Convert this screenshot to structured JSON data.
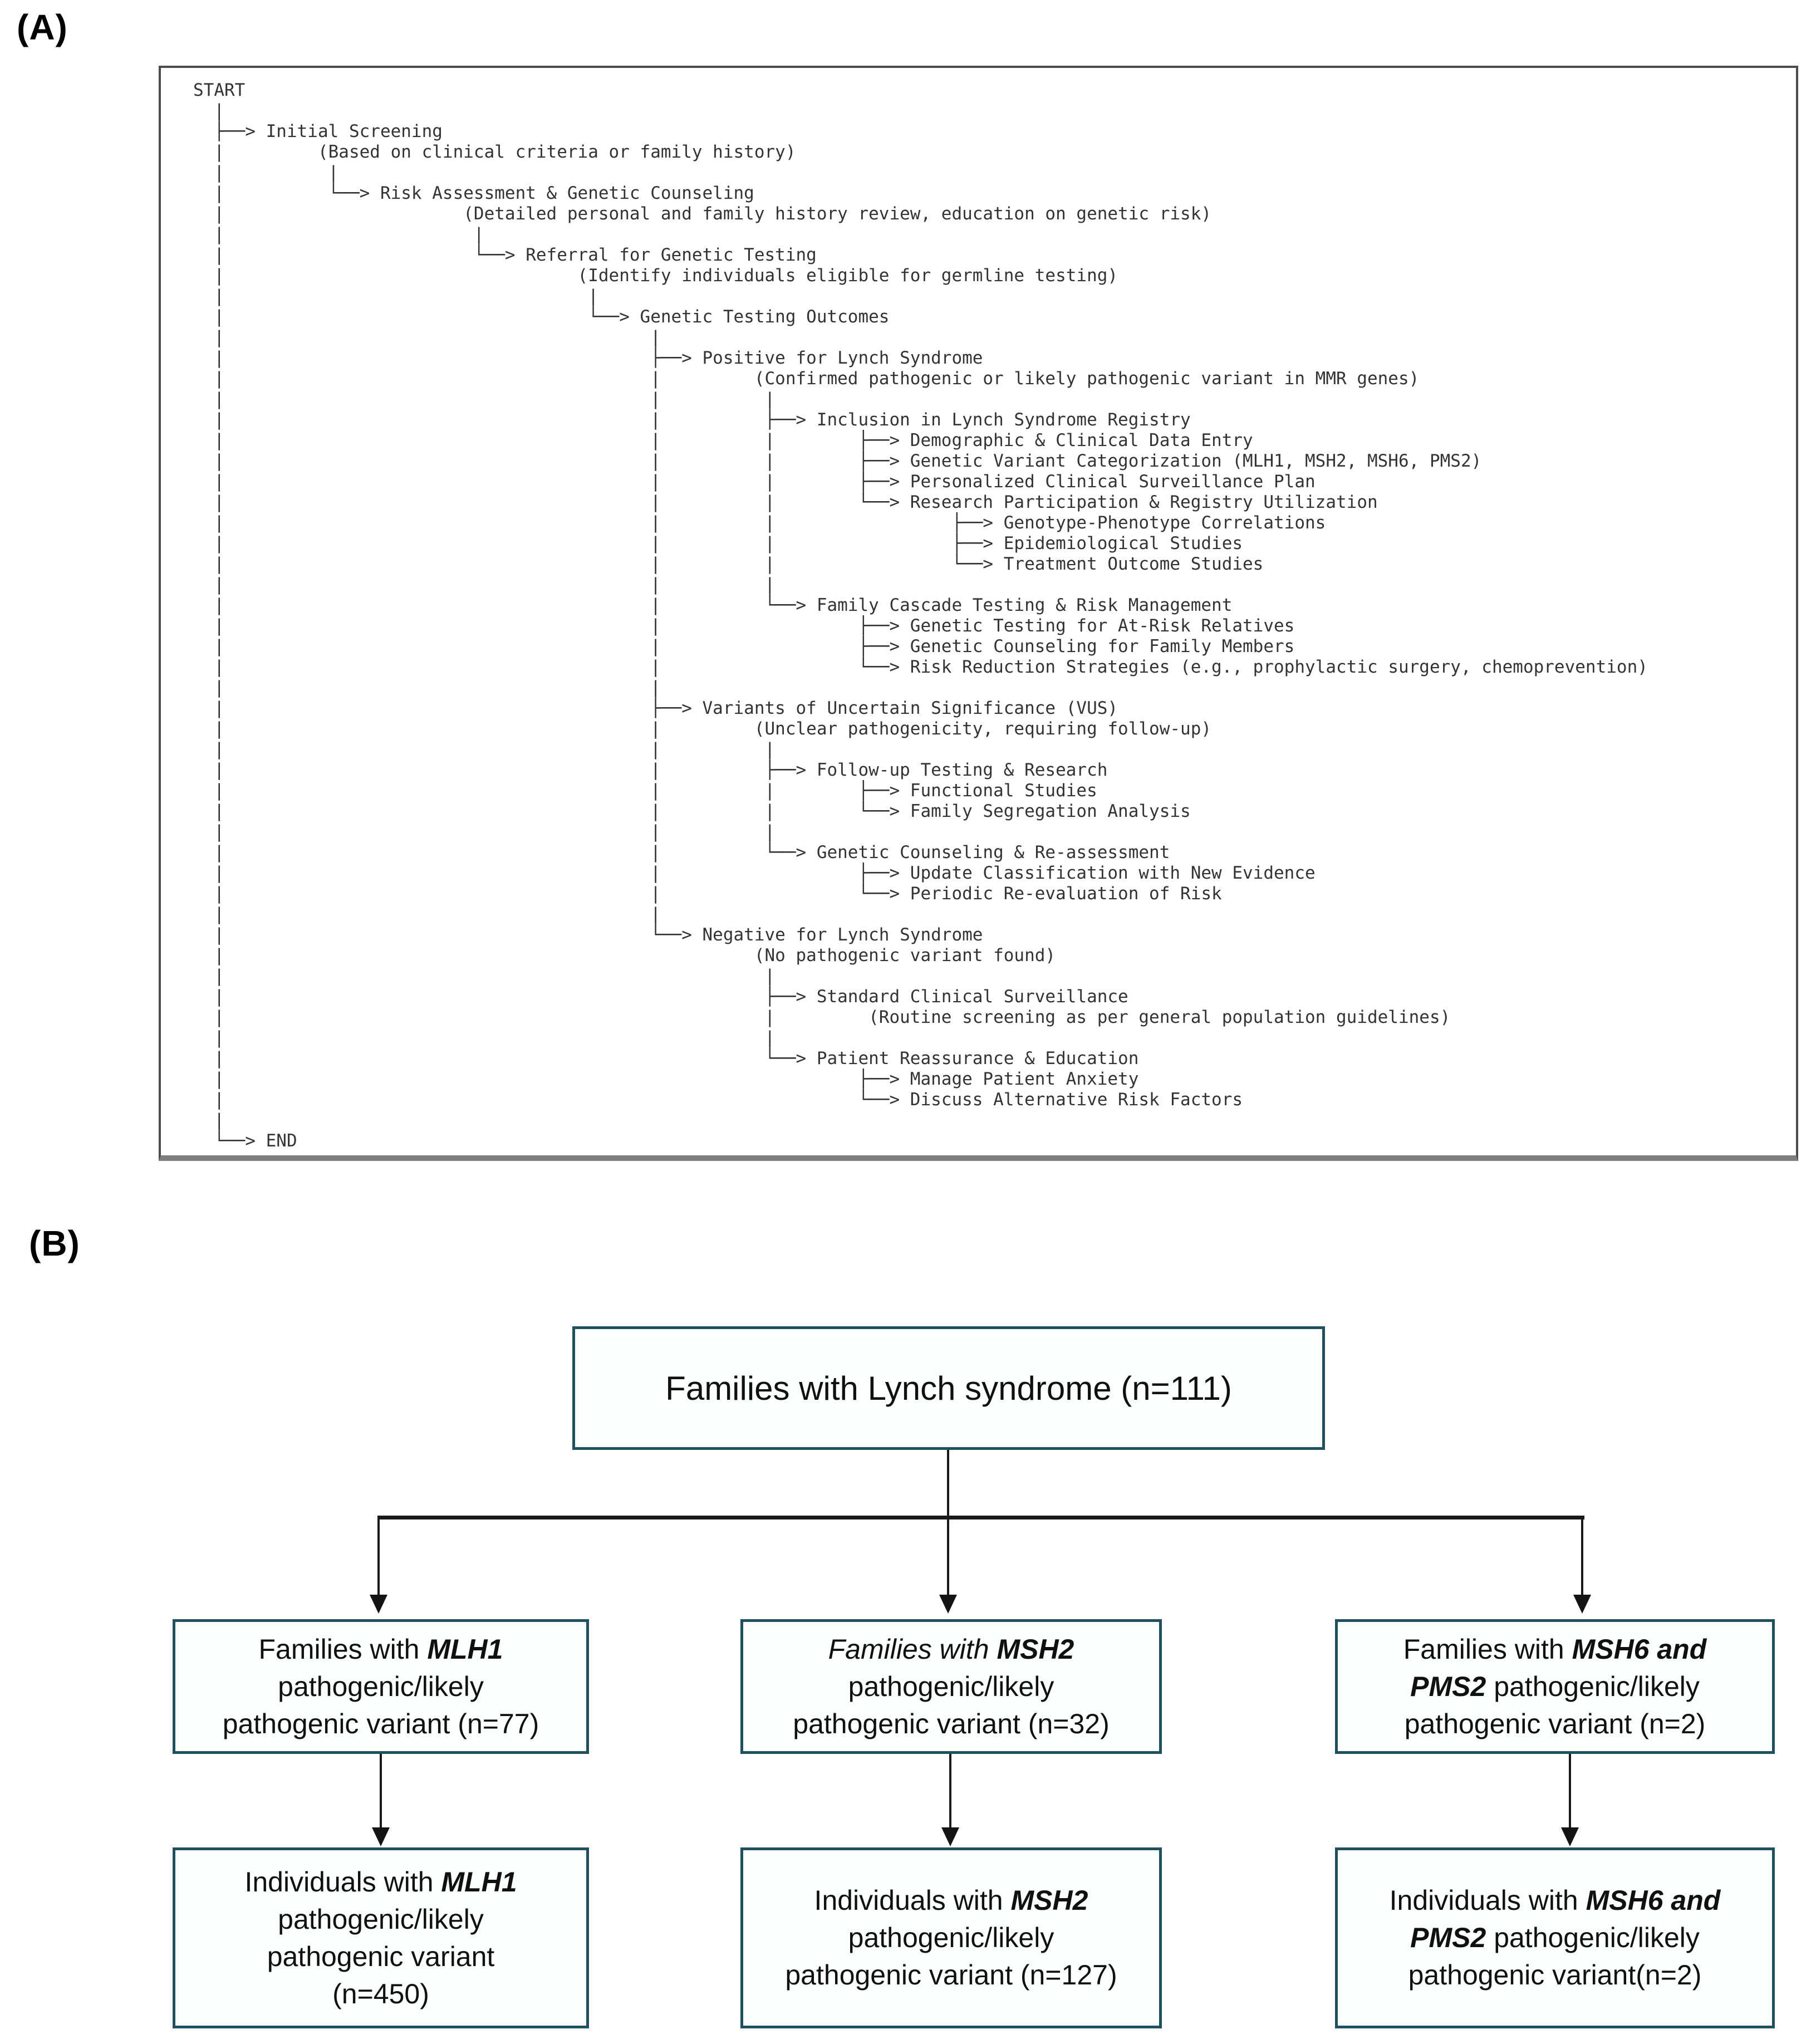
{
  "colors": {
    "box_border": "#1e5060",
    "connector": "#1a1a1a",
    "panel_border": "#4c4c4c",
    "tree_text": "#333333"
  },
  "panel_a": {
    "label": "(A)",
    "tree_lines": [
      "START",
      "  |",
      "  ├──> Initial Screening",
      "  |         (Based on clinical criteria or family history)",
      "  |          |",
      "  |          └──> Risk Assessment & Genetic Counseling",
      "  |                       (Detailed personal and family history review, education on genetic risk)",
      "  |                        |",
      "  |                        └──> Referral for Genetic Testing",
      "  |                                  (Identify individuals eligible for germline testing)",
      "  |                                   |",
      "  |                                   └──> Genetic Testing Outcomes",
      "  |                                         |",
      "  |                                         ├──> Positive for Lynch Syndrome",
      "  |                                         |         (Confirmed pathogenic or likely pathogenic variant in MMR genes)",
      "  |                                         |          |",
      "  |                                         |          ├──> Inclusion in Lynch Syndrome Registry",
      "  |                                         |          |        ├──> Demographic & Clinical Data Entry",
      "  |                                         |          |        ├──> Genetic Variant Categorization (MLH1, MSH2, MSH6, PMS2)",
      "  |                                         |          |        ├──> Personalized Clinical Surveillance Plan",
      "  |                                         |          |        └──> Research Participation & Registry Utilization",
      "  |                                         |          |                 ├──> Genotype-Phenotype Correlations",
      "  |                                         |          |                 ├──> Epidemiological Studies",
      "  |                                         |          |                 └──> Treatment Outcome Studies",
      "  |                                         |          |",
      "  |                                         |          └──> Family Cascade Testing & Risk Management",
      "  |                                         |                   ├──> Genetic Testing for At-Risk Relatives",
      "  |                                         |                   ├──> Genetic Counseling for Family Members",
      "  |                                         |                   └──> Risk Reduction Strategies (e.g., prophylactic surgery, chemoprevention)",
      "  |                                         |",
      "  |                                         ├──> Variants of Uncertain Significance (VUS)",
      "  |                                         |         (Unclear pathogenicity, requiring follow-up)",
      "  |                                         |          |",
      "  |                                         |          ├──> Follow-up Testing & Research",
      "  |                                         |          |        ├──> Functional Studies",
      "  |                                         |          |        └──> Family Segregation Analysis",
      "  |                                         |          |",
      "  |                                         |          └──> Genetic Counseling & Re-assessment",
      "  |                                         |                   ├──> Update Classification with New Evidence",
      "  |                                         |                   └──> Periodic Re-evaluation of Risk",
      "  |                                         |",
      "  |                                         └──> Negative for Lynch Syndrome",
      "  |                                                   (No pathogenic variant found)",
      "  |                                                    |",
      "  |                                                    ├──> Standard Clinical Surveillance",
      "  |                                                    |         (Routine screening as per general population guidelines)",
      "  |                                                    |",
      "  |                                                    └──> Patient Reassurance & Education",
      "  |                                                             ├──> Manage Patient Anxiety",
      "  |                                                             └──> Discuss Alternative Risk Factors",
      "  |",
      "  └──> END"
    ]
  },
  "panel_b": {
    "label": "(B)",
    "top_box": {
      "segments": [
        {
          "t": "Families with Lynch syndrome (n=111)"
        }
      ]
    },
    "mid_boxes": [
      {
        "segments": [
          {
            "t": "Families with "
          },
          {
            "t": "MLH1",
            "b": true,
            "i": true
          },
          {
            "t": "\npathogenic/likely\npathogenic variant (n=77)"
          }
        ]
      },
      {
        "segments": [
          {
            "t": "Families with ",
            "i": true
          },
          {
            "t": " MSH2",
            "b": true,
            "i": true
          },
          {
            "t": "\npathogenic/likely\npathogenic variant (n=32)"
          }
        ]
      },
      {
        "segments": [
          {
            "t": "Families with "
          },
          {
            "t": "MSH6 and\nPMS2",
            "b": true,
            "i": true
          },
          {
            "t": " pathogenic/likely\npathogenic variant (n=2)"
          }
        ]
      }
    ],
    "bottom_boxes": [
      {
        "segments": [
          {
            "t": "Individuals with "
          },
          {
            "t": "MLH1",
            "b": true,
            "i": true
          },
          {
            "t": "\npathogenic/likely\npathogenic variant\n(n=450)"
          }
        ]
      },
      {
        "segments": [
          {
            "t": "Individuals with "
          },
          {
            "t": " MSH2",
            "b": true,
            "i": true
          },
          {
            "t": "\npathogenic/likely\npathogenic variant (n=127)"
          }
        ]
      },
      {
        "segments": [
          {
            "t": "Individuals with "
          },
          {
            "t": "MSH6 and\nPMS2",
            "b": true,
            "i": true
          },
          {
            "t": " pathogenic/likely\npathogenic variant(n=2)"
          }
        ]
      }
    ]
  }
}
